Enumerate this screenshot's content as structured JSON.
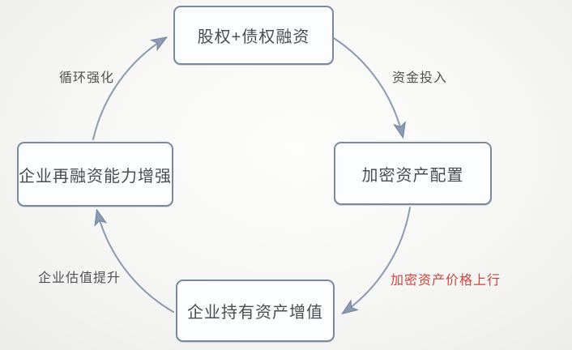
{
  "diagram": {
    "nodes": {
      "top": {
        "label": "股权+债权融资"
      },
      "right": {
        "label": "加密资产配置"
      },
      "bottom": {
        "label": "企业持有资产增值"
      },
      "left": {
        "label": "企业再融资能力增强"
      }
    },
    "edges": {
      "top_left": {
        "label": "循环强化"
      },
      "top_right": {
        "label": "资金投入"
      },
      "bottom_right": {
        "label": "加密资产价格上行",
        "emphasis": "red"
      },
      "bottom_left": {
        "label": "企业估值提升"
      }
    },
    "colors": {
      "node_border": "#7b889f",
      "node_fill": "#fcfdfe",
      "arrow_line": "#8c9ab2",
      "arrowhead_fill": "#8d9cb4",
      "text": "#4b4c51",
      "highlight_label": "#cc453f"
    }
  }
}
